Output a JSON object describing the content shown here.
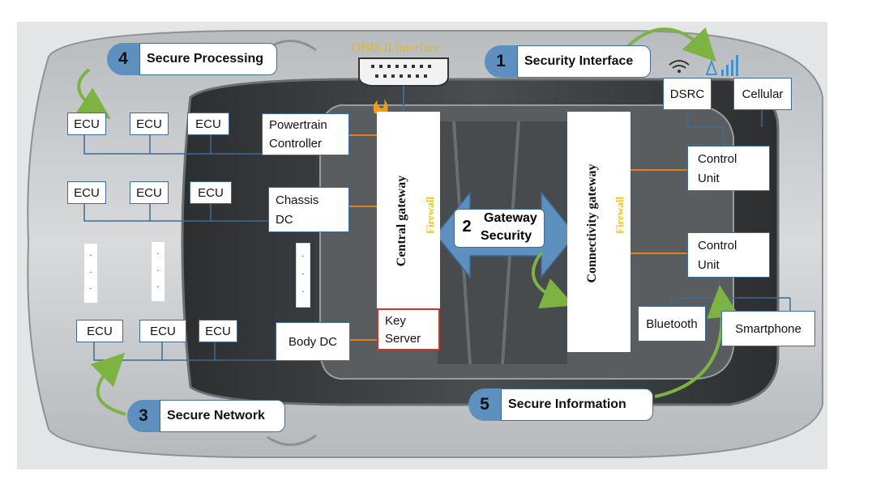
{
  "colors": {
    "connector_blue": "#3e6b93",
    "pill_blue": "#5d8fbf",
    "firewall_red": "#c0392b",
    "arrow_green": "#7cb342",
    "obd_yellow": "#f0c419",
    "key_server_border": "#c0392b"
  },
  "obd_label": "OBD-II interface",
  "pillars": {
    "p1": {
      "num": "1",
      "label": "Security Interface"
    },
    "p2": {
      "num": "2",
      "label_line1": "Gateway",
      "label_line2": "Security"
    },
    "p3": {
      "num": "3",
      "label": "Secure Network"
    },
    "p4": {
      "num": "4",
      "label": "Secure Processing"
    },
    "p5": {
      "num": "5",
      "label": "Secure Information"
    }
  },
  "ecu_label": "ECU",
  "dot_glyph": "·",
  "domain_controllers": {
    "powertrain_line1": "Powertrain",
    "powertrain_line2": "Controller",
    "chassis_line1": "Chassis",
    "chassis_line2": "DC",
    "body": "Body DC"
  },
  "key_server_line1": "Key",
  "key_server_line2": "Server",
  "central_gateway": "Central gateway",
  "connectivity_gateway": "Connectivity gateway",
  "firewall": "Firewall",
  "connectivity": {
    "dsrc": "DSRC",
    "cellular": "Cellular",
    "control_unit_line1": "Control",
    "control_unit_line2": "Unit",
    "bluetooth": "Bluetooth",
    "smartphone": "Smartphone"
  }
}
